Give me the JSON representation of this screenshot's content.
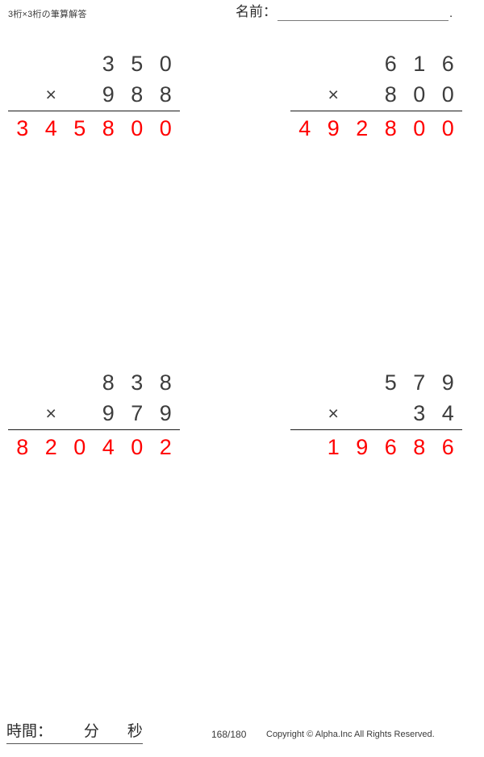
{
  "header": {
    "title": "3桁×3桁の筆算解答",
    "name_label": "名前：",
    "name_value": "",
    "name_trailing_dot": "."
  },
  "problems": [
    {
      "id": "problem-1",
      "position": "top-left",
      "multiplicand": [
        "",
        "",
        "",
        "3",
        "5",
        "0"
      ],
      "operator": "×",
      "operator_col": 1,
      "multiplier": [
        "",
        "",
        "",
        "9",
        "8",
        "8"
      ],
      "answer": [
        "3",
        "4",
        "5",
        "8",
        "0",
        "0"
      ],
      "multiplicand_value": "350",
      "multiplier_value": "988",
      "answer_value": "345800"
    },
    {
      "id": "problem-2",
      "position": "top-right",
      "multiplicand": [
        "",
        "",
        "",
        "6",
        "1",
        "6"
      ],
      "operator": "×",
      "operator_col": 1,
      "multiplier": [
        "",
        "",
        "",
        "8",
        "0",
        "0"
      ],
      "answer": [
        "4",
        "9",
        "2",
        "8",
        "0",
        "0"
      ],
      "multiplicand_value": "616",
      "multiplier_value": "800",
      "answer_value": "492800"
    },
    {
      "id": "problem-3",
      "position": "bottom-left",
      "multiplicand": [
        "",
        "",
        "",
        "8",
        "3",
        "8"
      ],
      "operator": "×",
      "operator_col": 1,
      "multiplier": [
        "",
        "",
        "",
        "9",
        "7",
        "9"
      ],
      "answer": [
        "8",
        "2",
        "0",
        "4",
        "0",
        "2"
      ],
      "multiplicand_value": "838",
      "multiplier_value": "979",
      "answer_value": "820402"
    },
    {
      "id": "problem-4",
      "position": "bottom-right",
      "multiplicand": [
        "",
        "",
        "",
        "5",
        "7",
        "9"
      ],
      "operator": "×",
      "operator_col": 1,
      "multiplier": [
        "",
        "",
        "",
        "",
        "3",
        "4"
      ],
      "answer": [
        "",
        "1",
        "9",
        "6",
        "8",
        "6"
      ],
      "multiplicand_value": "579",
      "multiplier_value": "34",
      "answer_value": "19686"
    }
  ],
  "footer": {
    "time_label": "時間：",
    "minutes_unit": "分",
    "seconds_unit": "秒",
    "page_number": "168/180",
    "copyright": "Copyright © Alpha.Inc All Rights Reserved."
  },
  "colors": {
    "answer_red": "#ff0000",
    "ink": "#3d3d3d",
    "rule": "#1a1a1a"
  }
}
